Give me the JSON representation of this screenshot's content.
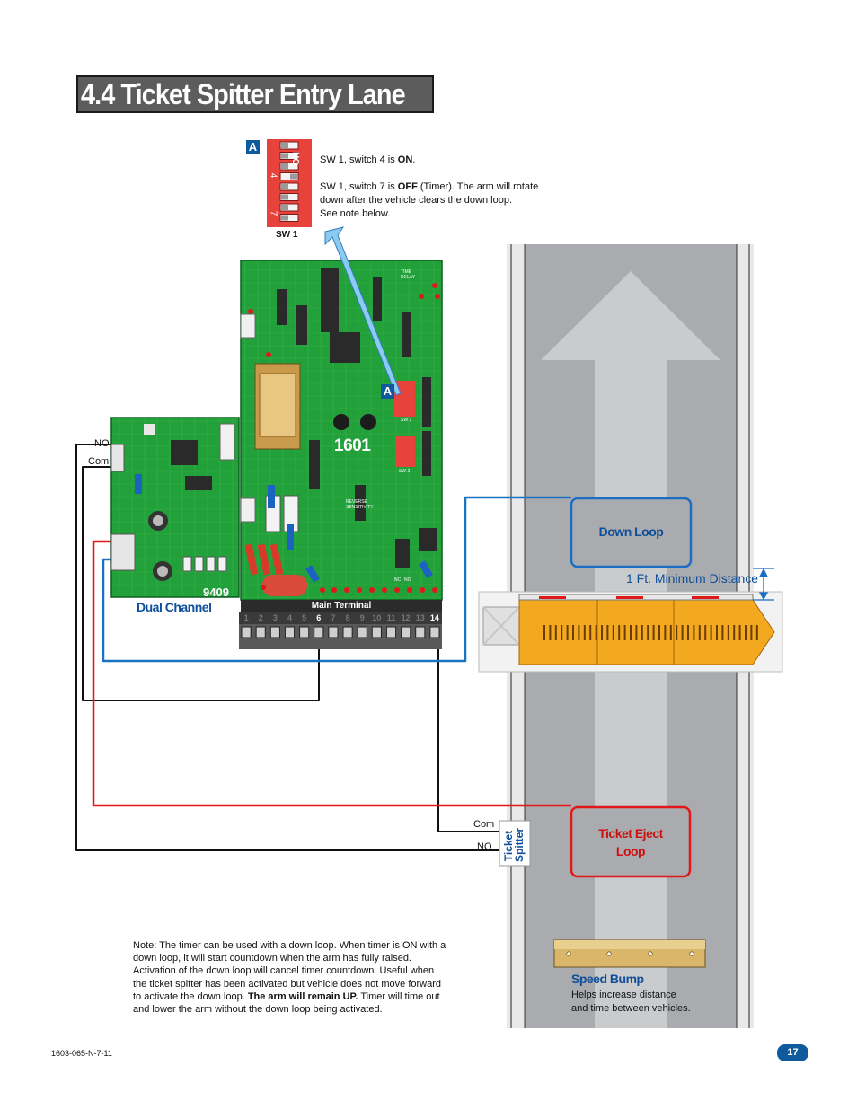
{
  "title": "4.4 Ticket Spitter Entry Lane",
  "dip_switch": {
    "badge": "A",
    "on_label": "ON",
    "switch_numbers": [
      "4",
      "7"
    ],
    "caption": "SW 1",
    "note_line1_prefix": "SW 1, switch 4 is ",
    "note_line1_bold": "ON",
    "note_line1_suffix": ".",
    "note_line2_prefix": "SW 1, switch 7 is ",
    "note_line2_bold": "OFF",
    "note_line2_suffix": " (Timer). The arm will rotate",
    "note_line3": "down after the vehicle clears the down loop.",
    "note_line4": "See note below."
  },
  "board_1601": {
    "model": "1601",
    "badge": "A",
    "terminal_label": "Main Terminal",
    "terminal_numbers": [
      "1",
      "2",
      "3",
      "4",
      "5",
      "6",
      "7",
      "8",
      "9",
      "10",
      "11",
      "12",
      "13",
      "14"
    ],
    "highlight_terminals": [
      "6",
      "14"
    ],
    "small_labels": [
      "TIME DELAY",
      "SW 1",
      "SW 2",
      "REVERSE SENSITIVITY",
      "NC",
      "NO"
    ]
  },
  "board_9409": {
    "model": "9409",
    "caption": "Dual Channel",
    "no_label": "NO",
    "com_label": "Com"
  },
  "loops": {
    "down_loop": "Down Loop",
    "ticket_eject_line1": "Ticket Eject",
    "ticket_eject_line2": "Loop",
    "distance": "1 Ft. Minimum Distance"
  },
  "ticket_spitter": {
    "line1": "Ticket",
    "line2": "Spitter",
    "com_label": "Com",
    "no_label": "NO"
  },
  "speed_bump": {
    "title": "Speed Bump",
    "desc_line1": "Helps increase distance",
    "desc_line2": "and time between vehicles."
  },
  "bottom_note": {
    "line1": "Note: The timer can be used with a down loop. When timer is ON with a",
    "line2": "down loop, it will start countdown when the arm has fully raised.",
    "line3": "Activation of the down loop will cancel timer countdown. Useful when",
    "line4": "the ticket spitter has been activated but vehicle does not move forward",
    "line5_prefix": "to activate the down loop. ",
    "line5_bold": "The arm will remain UP.",
    "line5_suffix": " Timer will time out",
    "line6": "and lower the arm without the down loop being activated."
  },
  "footer": {
    "doc_id": "1603-065-N-7-11",
    "page": "17"
  },
  "colors": {
    "board_green": "#22a03a",
    "wire_blue": "#1b72c2",
    "wire_red": "#e01818",
    "loop_blue": "#1d6ec3",
    "loop_red": "#e01818",
    "lane_gray": "#a9abae",
    "arm_orange": "#f2a81f",
    "header_gray": "#5c5c5c",
    "accent_blue": "#0f5a9c"
  }
}
